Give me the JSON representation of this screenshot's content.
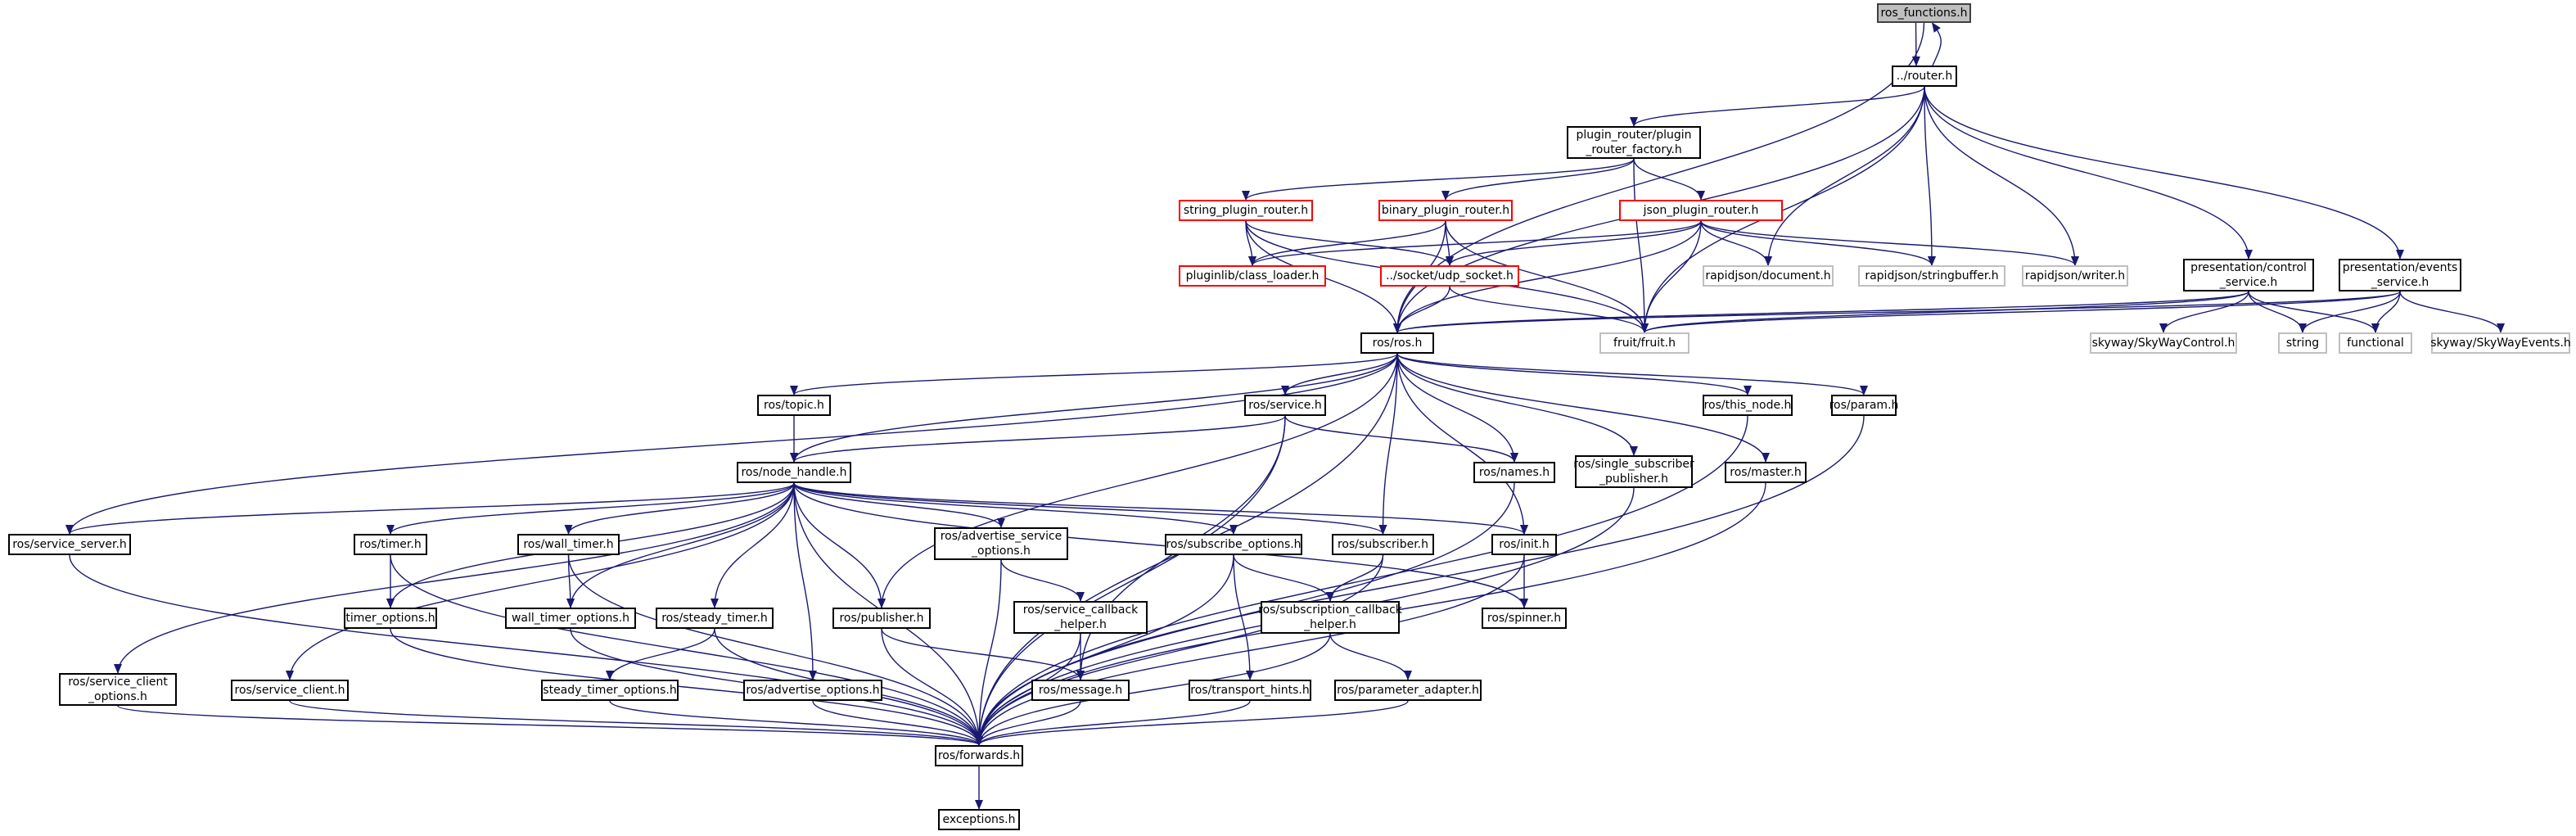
{
  "graph": {
    "edge_color": "#191970",
    "nodes": [
      {
        "id": "ros_functions",
        "label": "ros_functions.h",
        "kind": "current"
      },
      {
        "id": "router",
        "label": "../router.h",
        "kind": "normal"
      },
      {
        "id": "plugin_factory",
        "label": "plugin_router/plugin\n_router_factory.h",
        "kind": "normal"
      },
      {
        "id": "string_plugin",
        "label": "string_plugin_router.h",
        "kind": "truncated"
      },
      {
        "id": "binary_plugin",
        "label": "binary_plugin_router.h",
        "kind": "truncated"
      },
      {
        "id": "json_plugin",
        "label": "json_plugin_router.h",
        "kind": "truncated"
      },
      {
        "id": "class_loader",
        "label": "pluginlib/class_loader.h",
        "kind": "truncated"
      },
      {
        "id": "udp_socket",
        "label": "../socket/udp_socket.h",
        "kind": "truncated"
      },
      {
        "id": "rj_document",
        "label": "rapidjson/document.h",
        "kind": "external"
      },
      {
        "id": "rj_stringbuffer",
        "label": "rapidjson/stringbuffer.h",
        "kind": "external"
      },
      {
        "id": "rj_writer",
        "label": "rapidjson/writer.h",
        "kind": "external"
      },
      {
        "id": "control_service",
        "label": "presentation/control\n_service.h",
        "kind": "normal"
      },
      {
        "id": "events_service",
        "label": "presentation/events\n_service.h",
        "kind": "normal"
      },
      {
        "id": "fruit",
        "label": "fruit/fruit.h",
        "kind": "external"
      },
      {
        "id": "skyway_control",
        "label": "skyway/SkyWayControl.h",
        "kind": "external"
      },
      {
        "id": "string",
        "label": "string",
        "kind": "external"
      },
      {
        "id": "functional",
        "label": "functional",
        "kind": "external"
      },
      {
        "id": "skyway_events",
        "label": "skyway/SkyWayEvents.h",
        "kind": "external"
      },
      {
        "id": "ros",
        "label": "ros/ros.h",
        "kind": "normal"
      },
      {
        "id": "topic",
        "label": "ros/topic.h",
        "kind": "normal"
      },
      {
        "id": "service",
        "label": "ros/service.h",
        "kind": "normal"
      },
      {
        "id": "this_node",
        "label": "ros/this_node.h",
        "kind": "normal"
      },
      {
        "id": "param",
        "label": "ros/param.h",
        "kind": "normal"
      },
      {
        "id": "node_handle",
        "label": "ros/node_handle.h",
        "kind": "normal"
      },
      {
        "id": "names",
        "label": "ros/names.h",
        "kind": "normal"
      },
      {
        "id": "single_sub_pub",
        "label": "ros/single_subscriber\n_publisher.h",
        "kind": "normal"
      },
      {
        "id": "master",
        "label": "ros/master.h",
        "kind": "normal"
      },
      {
        "id": "service_server",
        "label": "ros/service_server.h",
        "kind": "normal"
      },
      {
        "id": "timer",
        "label": "ros/timer.h",
        "kind": "normal"
      },
      {
        "id": "wall_timer",
        "label": "ros/wall_timer.h",
        "kind": "normal"
      },
      {
        "id": "adv_srv_opts",
        "label": "ros/advertise_service\n_options.h",
        "kind": "normal"
      },
      {
        "id": "subscribe_options",
        "label": "ros/subscribe_options.h",
        "kind": "normal"
      },
      {
        "id": "subscriber",
        "label": "ros/subscriber.h",
        "kind": "normal"
      },
      {
        "id": "init",
        "label": "ros/init.h",
        "kind": "normal"
      },
      {
        "id": "timer_options",
        "label": "timer_options.h",
        "kind": "normal"
      },
      {
        "id": "wall_timer_options",
        "label": "wall_timer_options.h",
        "kind": "normal"
      },
      {
        "id": "steady_timer",
        "label": "ros/steady_timer.h",
        "kind": "normal"
      },
      {
        "id": "publisher",
        "label": "ros/publisher.h",
        "kind": "normal"
      },
      {
        "id": "srv_cb_helper",
        "label": "ros/service_callback\n_helper.h",
        "kind": "normal"
      },
      {
        "id": "sub_cb_helper",
        "label": "ros/subscription_callback\n_helper.h",
        "kind": "normal"
      },
      {
        "id": "spinner",
        "label": "ros/spinner.h",
        "kind": "normal"
      },
      {
        "id": "srv_client_opts",
        "label": "ros/service_client\n_options.h",
        "kind": "normal"
      },
      {
        "id": "service_client",
        "label": "ros/service_client.h",
        "kind": "normal"
      },
      {
        "id": "steady_timer_options",
        "label": "steady_timer_options.h",
        "kind": "normal"
      },
      {
        "id": "advertise_options",
        "label": "ros/advertise_options.h",
        "kind": "normal"
      },
      {
        "id": "message",
        "label": "ros/message.h",
        "kind": "normal"
      },
      {
        "id": "transport_hints",
        "label": "ros/transport_hints.h",
        "kind": "normal"
      },
      {
        "id": "parameter_adapter",
        "label": "ros/parameter_adapter.h",
        "kind": "normal"
      },
      {
        "id": "forwards",
        "label": "ros/forwards.h",
        "kind": "normal"
      },
      {
        "id": "exceptions",
        "label": "exceptions.h",
        "kind": "normal"
      }
    ],
    "edges": [
      [
        "ros_functions",
        "router"
      ],
      [
        "router",
        "ros_functions"
      ],
      [
        "ros_functions",
        "ros"
      ],
      [
        "router",
        "plugin_factory"
      ],
      [
        "router",
        "ros"
      ],
      [
        "router",
        "fruit"
      ],
      [
        "router",
        "rj_document"
      ],
      [
        "router",
        "rj_stringbuffer"
      ],
      [
        "router",
        "rj_writer"
      ],
      [
        "router",
        "control_service"
      ],
      [
        "router",
        "events_service"
      ],
      [
        "plugin_factory",
        "string_plugin"
      ],
      [
        "plugin_factory",
        "binary_plugin"
      ],
      [
        "plugin_factory",
        "json_plugin"
      ],
      [
        "plugin_factory",
        "fruit"
      ],
      [
        "string_plugin",
        "class_loader"
      ],
      [
        "string_plugin",
        "udp_socket"
      ],
      [
        "string_plugin",
        "ros"
      ],
      [
        "string_plugin",
        "fruit"
      ],
      [
        "binary_plugin",
        "class_loader"
      ],
      [
        "binary_plugin",
        "udp_socket"
      ],
      [
        "binary_plugin",
        "ros"
      ],
      [
        "binary_plugin",
        "fruit"
      ],
      [
        "json_plugin",
        "class_loader"
      ],
      [
        "json_plugin",
        "udp_socket"
      ],
      [
        "json_plugin",
        "rj_document"
      ],
      [
        "json_plugin",
        "rj_stringbuffer"
      ],
      [
        "json_plugin",
        "rj_writer"
      ],
      [
        "json_plugin",
        "ros"
      ],
      [
        "json_plugin",
        "fruit"
      ],
      [
        "udp_socket",
        "ros"
      ],
      [
        "udp_socket",
        "fruit"
      ],
      [
        "control_service",
        "ros"
      ],
      [
        "control_service",
        "fruit"
      ],
      [
        "control_service",
        "skyway_control"
      ],
      [
        "control_service",
        "string"
      ],
      [
        "control_service",
        "functional"
      ],
      [
        "events_service",
        "ros"
      ],
      [
        "events_service",
        "fruit"
      ],
      [
        "events_service",
        "string"
      ],
      [
        "events_service",
        "functional"
      ],
      [
        "events_service",
        "skyway_events"
      ],
      [
        "ros",
        "topic"
      ],
      [
        "ros",
        "node_handle"
      ],
      [
        "ros",
        "service"
      ],
      [
        "ros",
        "this_node"
      ],
      [
        "ros",
        "param"
      ],
      [
        "ros",
        "names"
      ],
      [
        "ros",
        "single_sub_pub"
      ],
      [
        "ros",
        "master"
      ],
      [
        "ros",
        "service_server"
      ],
      [
        "ros",
        "publisher"
      ],
      [
        "ros",
        "subscriber"
      ],
      [
        "ros",
        "init"
      ],
      [
        "ros",
        "forwards"
      ],
      [
        "topic",
        "node_handle"
      ],
      [
        "service",
        "node_handle"
      ],
      [
        "service",
        "names"
      ],
      [
        "service",
        "message"
      ],
      [
        "service",
        "forwards"
      ],
      [
        "this_node",
        "forwards"
      ],
      [
        "param",
        "forwards"
      ],
      [
        "names",
        "forwards"
      ],
      [
        "single_sub_pub",
        "forwards"
      ],
      [
        "master",
        "forwards"
      ],
      [
        "node_handle",
        "service_server"
      ],
      [
        "node_handle",
        "srv_client_opts"
      ],
      [
        "node_handle",
        "service_client"
      ],
      [
        "node_handle",
        "timer"
      ],
      [
        "node_handle",
        "timer_options"
      ],
      [
        "node_handle",
        "wall_timer"
      ],
      [
        "node_handle",
        "wall_timer_options"
      ],
      [
        "node_handle",
        "steady_timer"
      ],
      [
        "node_handle",
        "advertise_options"
      ],
      [
        "node_handle",
        "publisher"
      ],
      [
        "node_handle",
        "adv_srv_opts"
      ],
      [
        "node_handle",
        "subscribe_options"
      ],
      [
        "node_handle",
        "subscriber"
      ],
      [
        "node_handle",
        "init"
      ],
      [
        "node_handle",
        "spinner"
      ],
      [
        "node_handle",
        "forwards"
      ],
      [
        "service_server",
        "forwards"
      ],
      [
        "srv_client_opts",
        "forwards"
      ],
      [
        "service_client",
        "forwards"
      ],
      [
        "timer",
        "timer_options"
      ],
      [
        "timer",
        "forwards"
      ],
      [
        "timer_options",
        "forwards"
      ],
      [
        "wall_timer",
        "wall_timer_options"
      ],
      [
        "wall_timer",
        "forwards"
      ],
      [
        "wall_timer_options",
        "forwards"
      ],
      [
        "steady_timer",
        "steady_timer_options"
      ],
      [
        "steady_timer",
        "forwards"
      ],
      [
        "steady_timer_options",
        "forwards"
      ],
      [
        "advertise_options",
        "forwards"
      ],
      [
        "publisher",
        "message"
      ],
      [
        "publisher",
        "forwards"
      ],
      [
        "adv_srv_opts",
        "srv_cb_helper"
      ],
      [
        "adv_srv_opts",
        "forwards"
      ],
      [
        "srv_cb_helper",
        "message"
      ],
      [
        "srv_cb_helper",
        "forwards"
      ],
      [
        "subscribe_options",
        "sub_cb_helper"
      ],
      [
        "subscribe_options",
        "transport_hints"
      ],
      [
        "subscribe_options",
        "forwards"
      ],
      [
        "subscriber",
        "sub_cb_helper"
      ],
      [
        "subscriber",
        "forwards"
      ],
      [
        "sub_cb_helper",
        "parameter_adapter"
      ],
      [
        "sub_cb_helper",
        "forwards"
      ],
      [
        "init",
        "spinner"
      ],
      [
        "init",
        "forwards"
      ],
      [
        "transport_hints",
        "forwards"
      ],
      [
        "parameter_adapter",
        "forwards"
      ],
      [
        "message",
        "forwards"
      ],
      [
        "forwards",
        "exceptions"
      ]
    ]
  }
}
